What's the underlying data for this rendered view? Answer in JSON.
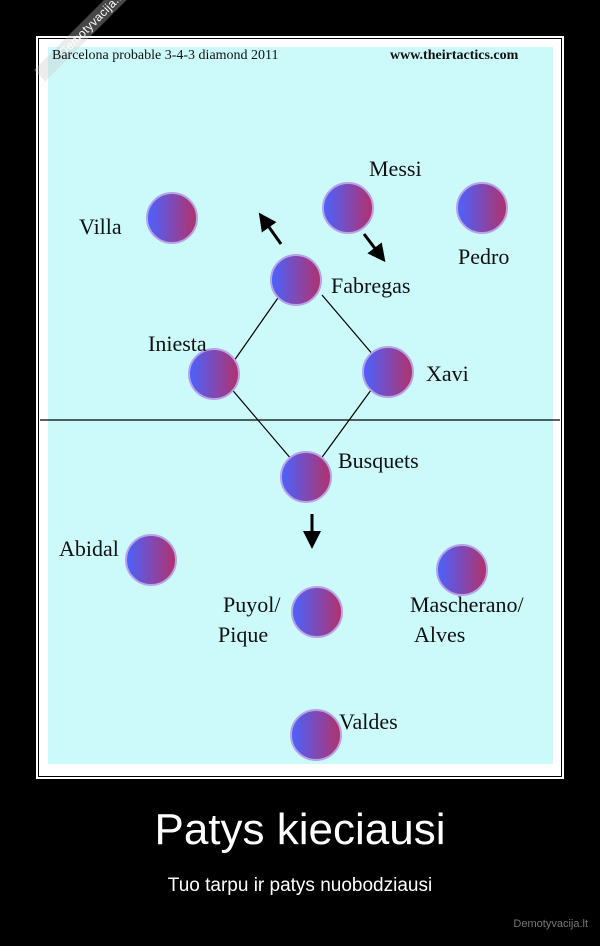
{
  "header": {
    "title": "Barcelona probable 3-4-3 diamond 2011",
    "site": "www.theirtactics.com"
  },
  "watermark": "Demotyvacija.lt",
  "colors": {
    "pitch": "#ccfafb",
    "player_left": "#4a63ff",
    "player_right": "#b3306a",
    "player_border": "#b7a3e6"
  },
  "players": {
    "messi": "Messi",
    "villa": "Villa",
    "pedro": "Pedro",
    "fabregas": "Fabregas",
    "iniesta": "Iniesta",
    "xavi": "Xavi",
    "busquets": "Busquets",
    "abidal": "Abidal",
    "puyol": "Puyol/",
    "pique": "Pique",
    "mascherano": "Mascherano/",
    "alves": "Alves",
    "valdes": "Valdes"
  },
  "caption": {
    "title": "Patys kieciausi",
    "subtitle": "Tuo tarpu ir patys nuobodziausi"
  },
  "site_credit": "Demotyvacija.lt"
}
